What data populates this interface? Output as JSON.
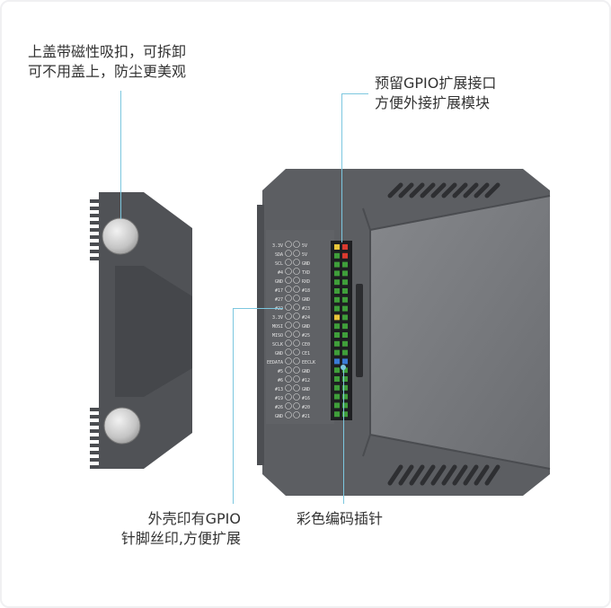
{
  "captions": {
    "lid": [
      "上盖带磁性吸扣，可拆卸",
      "可不用盖上，防尘更美观"
    ],
    "gpio_slot": [
      "预留GPIO扩展接口",
      "方便外接扩展模块"
    ],
    "silkscreen": [
      "外壳印有GPIO",
      "针脚丝印,方便扩展"
    ],
    "pin_header": [
      "彩色编码插针"
    ]
  },
  "pin_labels": {
    "left": [
      "3.3V",
      "SDA",
      "SCL",
      "#4",
      "GND",
      "#17",
      "#27",
      "#22",
      "3.3V",
      "MOSI",
      "MISO",
      "SCLK",
      "GND",
      "EEDATA",
      "#5",
      "#6",
      "#13",
      "#19",
      "#26",
      "GND"
    ],
    "right": [
      "5V",
      "5V",
      "GND",
      "TXD",
      "RXD",
      "#18",
      "GND",
      "#23",
      "#24",
      "GND",
      "#25",
      "CE0",
      "CE1",
      "EECLK",
      "GND",
      "#12",
      "GND",
      "#16",
      "#20",
      "#21"
    ]
  },
  "colors": {
    "case": "#5c5e62",
    "lid": "#77797d",
    "leader": "#7cc7df",
    "pin_green": "#3f9e3a"
  }
}
